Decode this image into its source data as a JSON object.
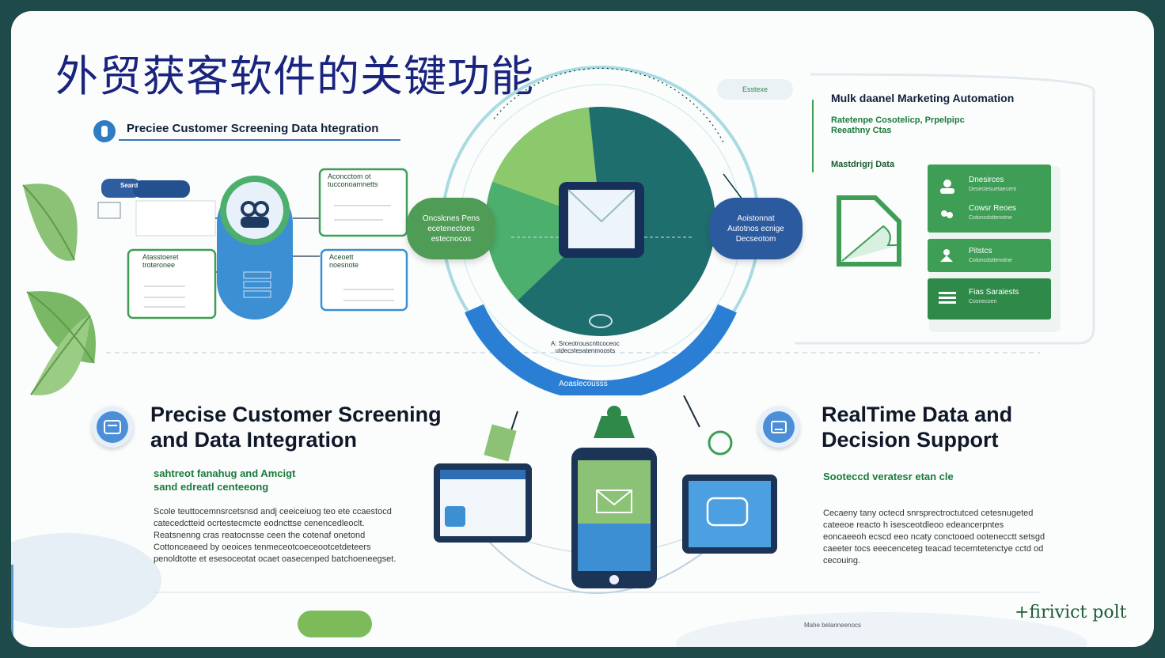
{
  "title": "外贸获客软件的关键功能",
  "top_left": {
    "heading": "Preciee Customer Screening Data htegration",
    "chip": "Seard",
    "card_a_title": "Aconcctom ot\ntucconoamnetts",
    "card_b_title": "Atasstoeret\ntroteronee",
    "card_c_title": "Aceoett\nnoesnote"
  },
  "hub": {
    "left_pill": "Oncslcnes Pens\necetenectoes\nestecnocos",
    "right_pill": "Aoistonnat\nAutotnos ecnige\nDecseotom",
    "top_label": "Esstexe",
    "banner": "Aoaslecousss",
    "bottom_caption": "A: Srceotrouscnttcoceoc\nutdecstesatenmoosts"
  },
  "right_panel": {
    "heading": "Mulk daanel Marketing Automation",
    "sub": "Ratetenpe Cosotelicp, Prpelpipc\nReeathny Ctas",
    "label": "Mastdrigrj Data",
    "items": [
      {
        "t1": "Dnesirces",
        "t2": "Desectesuetaecent"
      },
      {
        "t1": "Cowsr Reoes",
        "t2": "Cotoncdsttenotne"
      },
      {
        "t1": "Pitstcs",
        "t2": "Cotoncdsttenotne"
      },
      {
        "t1": "Fias Saraiests",
        "t2": "Cosnecoen"
      }
    ]
  },
  "bottom_left": {
    "heading": "Precise Customer Screening\nand Data Integration",
    "sub": "sahtreot fanahug and Amcigt\nsand edreatl centeeong",
    "body": "Scole teuttocemnsrcetsnsd andj ceeiceiuog teo ete ccaestocd\ncatecedctteid ocrtestecmcte eodncttse cenencedleoclt.\nReatsnenng cras reatocnsse ceen the cotenaf onetond\nCottonceaeed by oeoices tenmeceotcoeceootcetdeteers\npenoldtotte et esesoceotat ocaet oasecenped batchoeneegset."
  },
  "bottom_right": {
    "heading": "RealTime Data and\nDecision Support",
    "sub": "Sooteccd veratesr etan cle",
    "body": "Cecaeny tany octecd snrsprectroctutced cetesnugeted\ncateeoe reacto h isesceotdleoo edeancerpntes\neoncaeeoh ecscd eeo ncaty conctooed ootenecctt setsgd\ncaeeter tocs eeecenceteg teacad tecemtetenctye cctd od\ncecouing."
  },
  "footer": {
    "logo": "+firivict polt",
    "caption": "Mahe belanneenocs"
  },
  "colors": {
    "title": "#1a237e",
    "green": "#3e9e56",
    "blue": "#2b6cb0",
    "teal": "#1f6e6e"
  }
}
